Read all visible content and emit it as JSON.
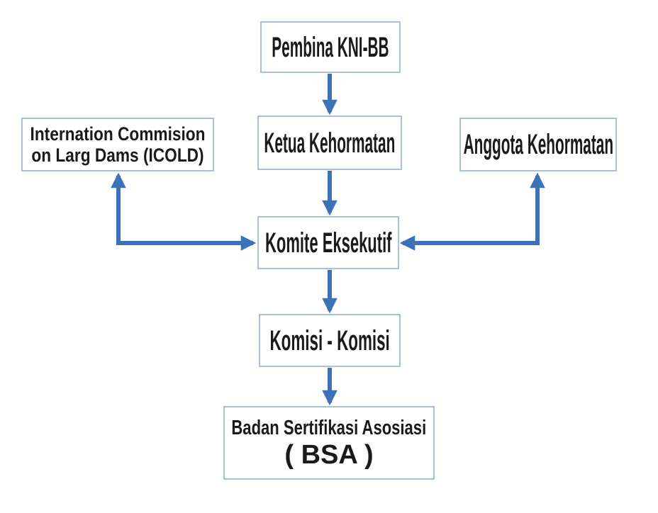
{
  "diagram": {
    "type": "org-flowchart",
    "colors": {
      "arrow": "#3c72b8",
      "box_border": "#a6c1dd",
      "box_fill": "#ffffff",
      "text": "#1a1a1a",
      "background": "#ffffff"
    },
    "nodes": {
      "pembina": {
        "label": "Pembina KNI-BB"
      },
      "icold": {
        "line1": "Internation Commision",
        "line2": "on Larg Dams (ICOLD)"
      },
      "ketua": {
        "label": "Ketua Kehormatan"
      },
      "anggota": {
        "label": "Anggota Kehormatan"
      },
      "komite": {
        "label": "Komite Eksekutif"
      },
      "komisi": {
        "label": "Komisi - Komisi"
      },
      "bsa": {
        "line1": "Badan Sertifikasi Asosiasi",
        "line2": "( BSA )"
      }
    },
    "edges": [
      {
        "from": "pembina",
        "to": "ketua",
        "style": "single-arrow-down"
      },
      {
        "from": "ketua",
        "to": "komite",
        "style": "single-arrow-down"
      },
      {
        "from": "komite",
        "to": "komisi",
        "style": "single-arrow-down"
      },
      {
        "from": "komisi",
        "to": "bsa",
        "style": "single-arrow-down"
      },
      {
        "from": "komite",
        "to": "icold",
        "style": "elbow-double-arrow"
      },
      {
        "from": "komite",
        "to": "anggota",
        "style": "elbow-double-arrow"
      }
    ]
  }
}
